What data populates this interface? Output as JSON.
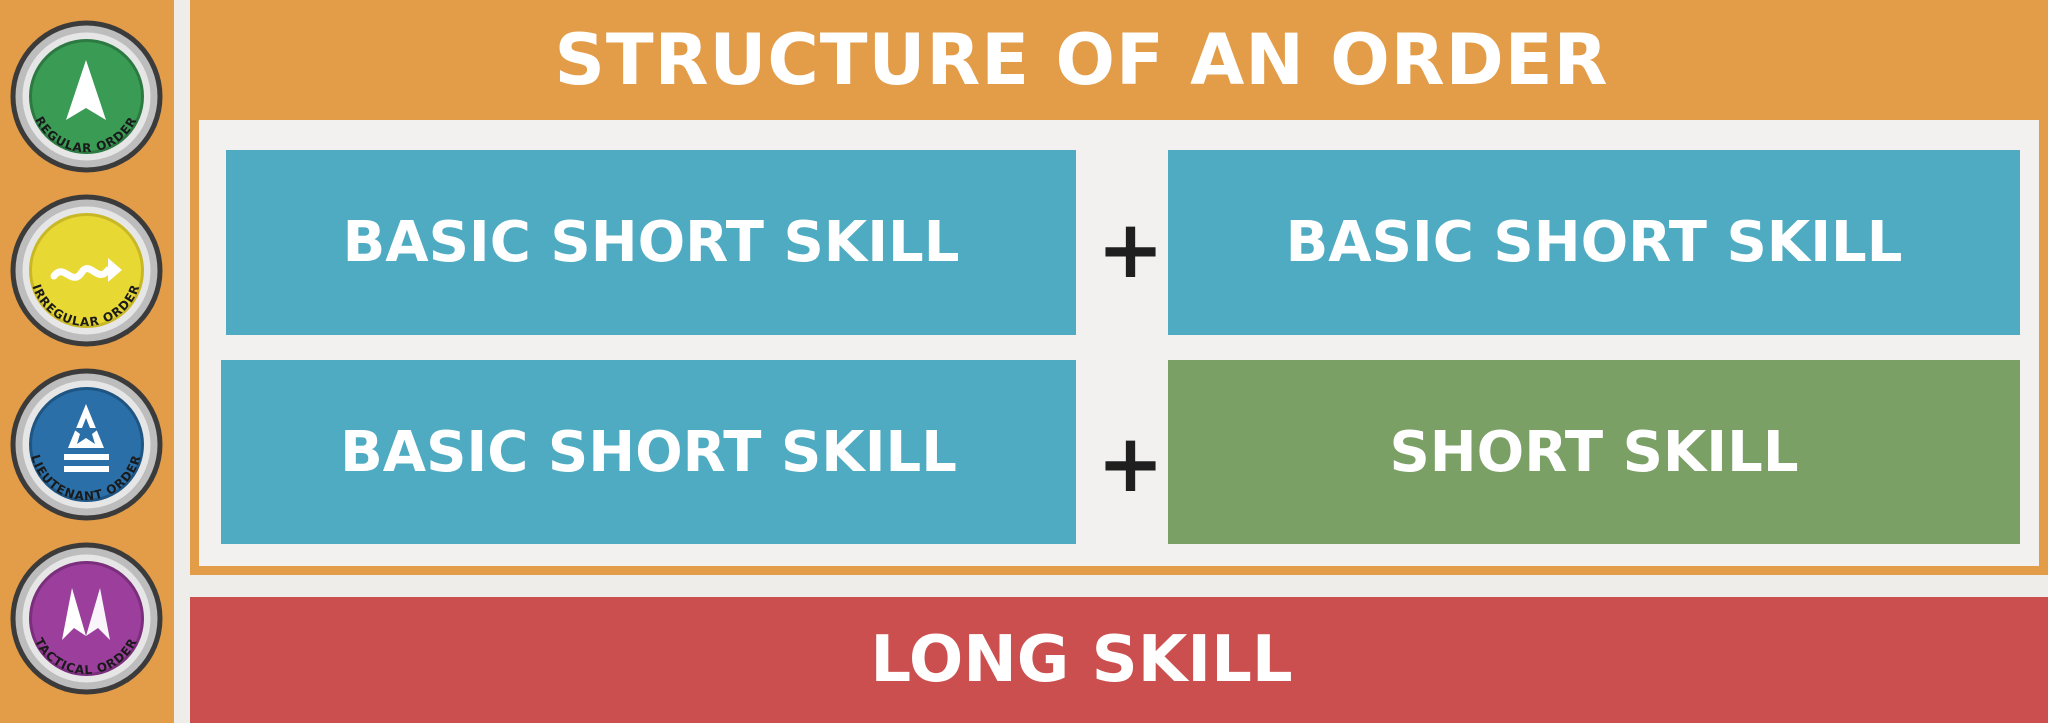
{
  "header": {
    "title": "STRUCTURE OF AN ORDER"
  },
  "tokens": [
    {
      "label": "REGULAR ORDER",
      "icon": "arrow-up-icon",
      "color": "#3a9b55"
    },
    {
      "label": "IRREGULAR ORDER",
      "icon": "squiggle-arrow-icon",
      "color": "#e8d834"
    },
    {
      "label": "LIEUTENANT ORDER",
      "icon": "star-chevron-icon",
      "color": "#2a6fa8"
    },
    {
      "label": "TACTICAL ORDER",
      "icon": "tactical-arrow-icon",
      "color": "#9b3e9c"
    }
  ],
  "rows": [
    {
      "left": "BASIC SHORT SKILL",
      "operator": "+",
      "right": "BASIC SHORT SKILL"
    },
    {
      "left": "BASIC SHORT SKILL",
      "operator": "+",
      "right": "SHORT SKILL"
    }
  ],
  "footer": {
    "label": "LONG SKILL"
  },
  "colors": {
    "orange": "#e39c47",
    "blue": "#4eabc2",
    "green": "#7ba066",
    "red": "#cc4f4f"
  }
}
